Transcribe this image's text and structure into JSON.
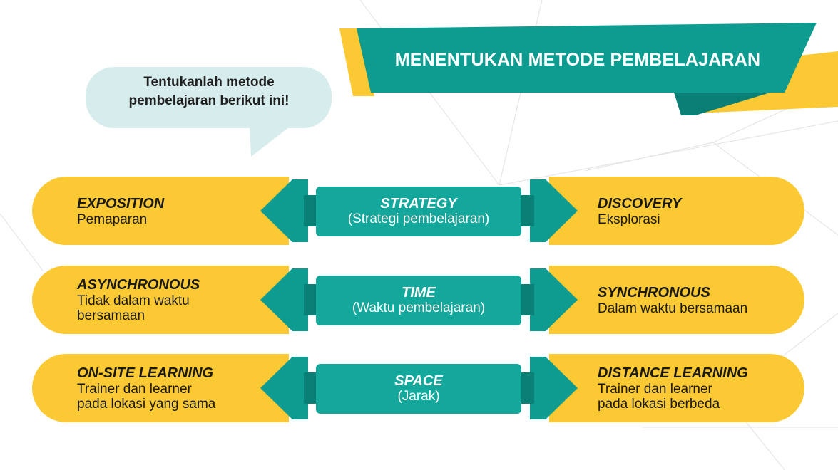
{
  "colors": {
    "teal": "#0f9c90",
    "teal_dark": "#0a7f75",
    "yellow": "#fbc933",
    "bubble": "#d7ecec"
  },
  "header": {
    "title": "MENENTUKAN METODE PEMBELAJARAN"
  },
  "bubble": {
    "line1": "Tentukanlah metode",
    "line2": "pembelajaran berikut ini!"
  },
  "rows": [
    {
      "left": {
        "title": "EXPOSITION",
        "desc": "Pemaparan"
      },
      "center": {
        "title": "STRATEGY",
        "desc": "(Strategi pembelajaran)"
      },
      "right": {
        "title": "DISCOVERY",
        "desc": "Eksplorasi"
      }
    },
    {
      "left": {
        "title": "ASYNCHRONOUS",
        "desc1": "Tidak dalam waktu",
        "desc2": "bersamaan"
      },
      "center": {
        "title": "TIME",
        "desc": "(Waktu pembelajaran)"
      },
      "right": {
        "title": "SYNCHRONOUS",
        "desc": "Dalam waktu bersamaan"
      }
    },
    {
      "left": {
        "title": "ON-SITE LEARNING",
        "desc1": "Trainer dan learner",
        "desc2": "pada lokasi yang sama"
      },
      "center": {
        "title": "SPACE",
        "desc": "(Jarak)"
      },
      "right": {
        "title": "DISTANCE LEARNING",
        "desc1": "Trainer dan learner",
        "desc2": "pada lokasi berbeda"
      }
    }
  ]
}
